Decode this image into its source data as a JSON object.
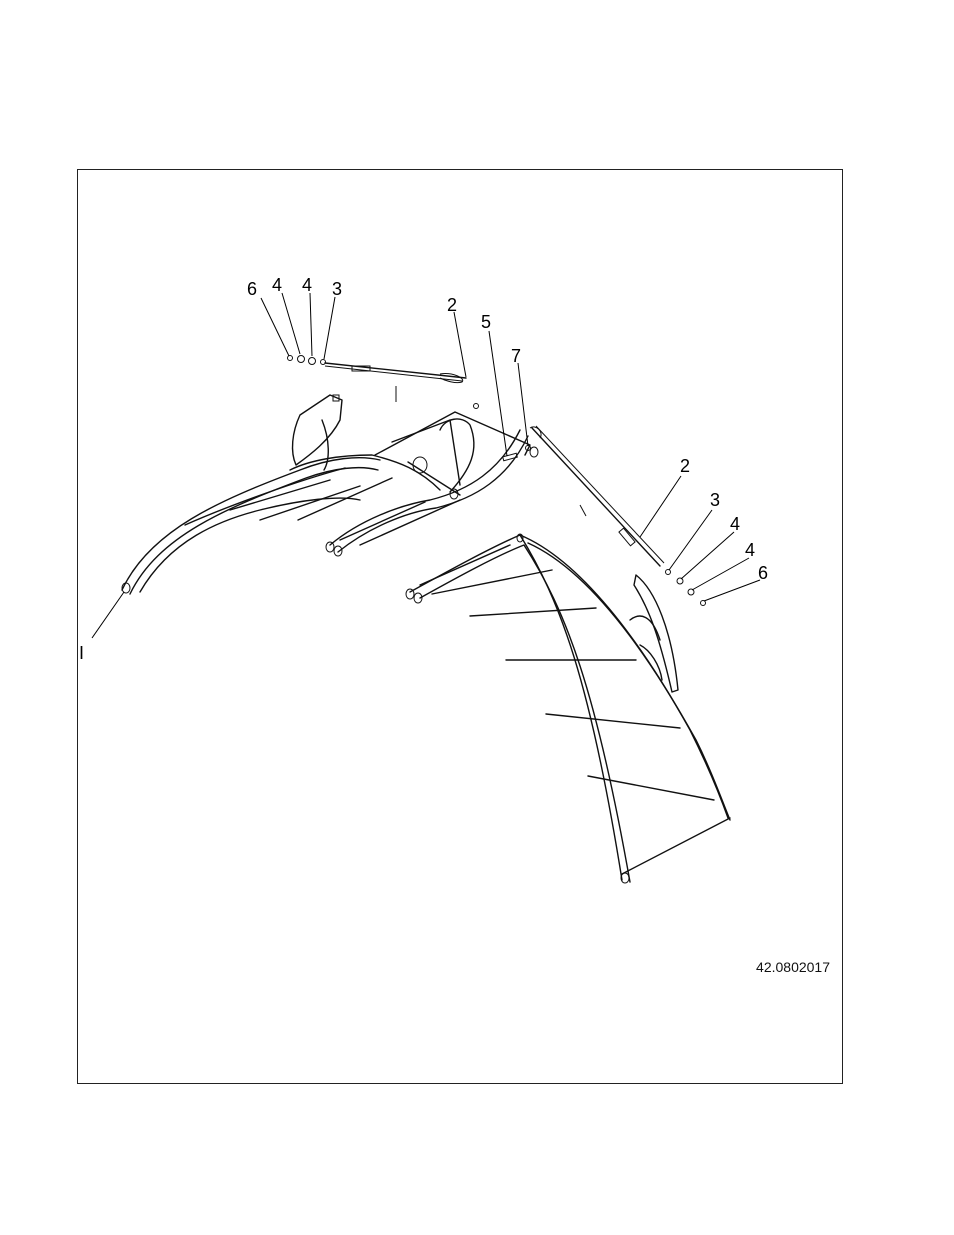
{
  "figure_number": "42.0802017",
  "callouts": [
    {
      "label": "6"
    },
    {
      "label": "4"
    },
    {
      "label": "4"
    },
    {
      "label": "3"
    },
    {
      "label": "2"
    },
    {
      "label": "5"
    },
    {
      "label": "7"
    },
    {
      "label": "2"
    },
    {
      "label": "3"
    },
    {
      "label": "4"
    },
    {
      "label": "4"
    },
    {
      "label": "6"
    },
    {
      "label": "I"
    }
  ],
  "colors": {
    "line": "#111111",
    "background": "#ffffff",
    "frame": "#222222"
  }
}
